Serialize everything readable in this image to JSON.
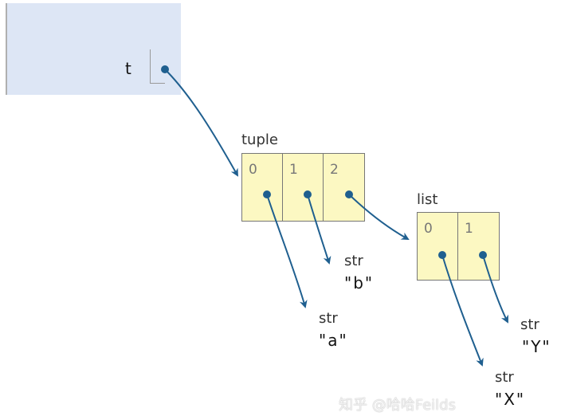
{
  "frame": {
    "variables": [
      {
        "name": "t"
      }
    ]
  },
  "tuple": {
    "type": "tuple",
    "indices": [
      "0",
      "1",
      "2"
    ]
  },
  "list": {
    "type": "list",
    "indices": [
      "0",
      "1"
    ]
  },
  "strings": [
    {
      "type": "str",
      "value": "\"a\""
    },
    {
      "type": "str",
      "value": "\"b\""
    },
    {
      "type": "str",
      "value": "\"Y\""
    },
    {
      "type": "str",
      "value": "\"X\""
    }
  ],
  "watermark": "知乎 @哈哈Feilds",
  "colors": {
    "arrow": "#1f5f8f",
    "frame_bg": "#dde6f5",
    "heap_bg": "#fcf8c2"
  }
}
